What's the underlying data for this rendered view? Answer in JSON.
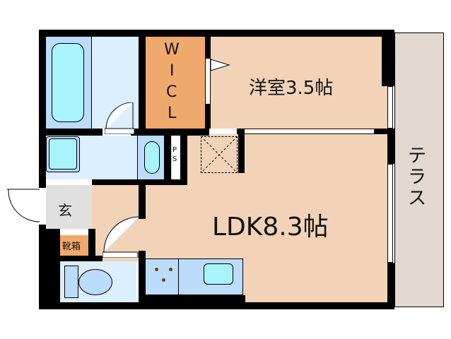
{
  "floorplan": {
    "rooms": {
      "western_room": {
        "label": "洋室3.5帖"
      },
      "ldk": {
        "label": "LDK8.3帖"
      },
      "wic": {
        "letters": [
          "W",
          "I",
          "C",
          "L"
        ]
      },
      "entrance": {
        "label": "玄"
      },
      "shoe_cabinet": {
        "label": "靴箱"
      },
      "pipe_space": {
        "letters": [
          "P",
          "S"
        ]
      },
      "terrace": {
        "letters": [
          "テ",
          "ラ",
          "ス"
        ]
      }
    },
    "colors": {
      "room": "#f2d3b7",
      "wic": "#f0a96d",
      "wet": "#dcefff",
      "fixture": "#bcdcfb",
      "water": "#a9f3fb",
      "entrance": "#e0e0e0",
      "terrace": "#e3d9d0",
      "wall": "#000000"
    }
  }
}
